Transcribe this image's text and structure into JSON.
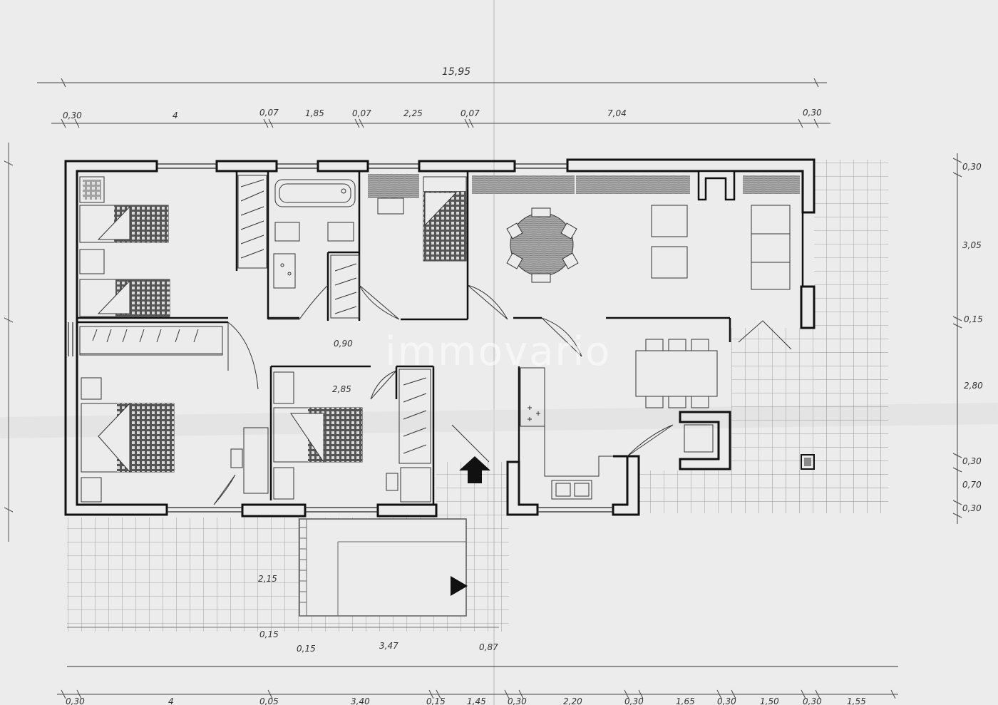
{
  "watermark": "immovario",
  "dimensions": {
    "overall_width": "15,95",
    "top": [
      "0,30",
      "4",
      "0,07",
      "1,85",
      "0,07",
      "2,25",
      "0,07",
      "7,04",
      "0,30"
    ],
    "right": [
      "0,30",
      "3,05",
      "0,15",
      "2,80",
      "0,30",
      "0,70",
      "0,30"
    ],
    "interior": [
      "0,90",
      "2,85",
      "2,15",
      "0,15",
      "0,15",
      "3,47",
      "0,87"
    ],
    "bottom": [
      "0,30",
      "4",
      "0,05",
      "3,40",
      "0,15",
      "1,45",
      "0,30",
      "2,20",
      "0,30",
      "1,65",
      "0,30",
      "1,50",
      "0,30",
      "1,55"
    ]
  }
}
